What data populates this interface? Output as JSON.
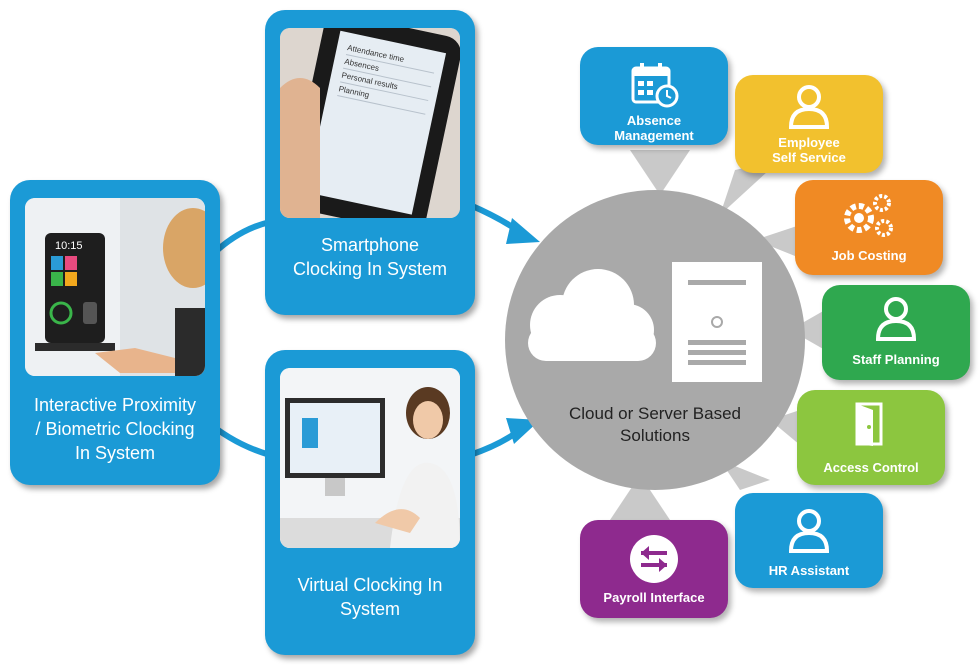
{
  "clocking_systems": {
    "smartphone": {
      "label_line1": "Smartphone",
      "label_line2": "Clocking In System"
    },
    "biometric": {
      "label_line1": "Interactive Proximity",
      "label_line2": "/ Biometric Clocking",
      "label_line3": "In System"
    },
    "virtual": {
      "label_line1": "Virtual Clocking In",
      "label_line2": "System"
    }
  },
  "center": {
    "label_line1": "Cloud or Server Based",
    "label_line2": "Solutions"
  },
  "device_screen": {
    "time": "10:15"
  },
  "phone_screen": {
    "rows": [
      "Attendance time",
      "Absences",
      "Personal results",
      "Planning"
    ]
  },
  "modules": [
    {
      "line1": "Absence",
      "line2": "Management",
      "color": "#1b9ad6",
      "icon": "calendar-icon"
    },
    {
      "line1": "Employee",
      "line2": "Self Service",
      "color": "#f2c12e",
      "icon": "person-icon"
    },
    {
      "line1": "Job Costing",
      "color": "#f08a24",
      "icon": "gears-icon"
    },
    {
      "line1": "Staff Planning",
      "color": "#2fa84f",
      "icon": "person-icon"
    },
    {
      "line1": "Access Control",
      "color": "#8cc63f",
      "icon": "door-icon"
    },
    {
      "line1": "HR Assistant",
      "color": "#1b9ad6",
      "icon": "person-icon"
    },
    {
      "line1": "Payroll Interface",
      "color": "#8e2a8e",
      "icon": "exchange-icon"
    }
  ]
}
